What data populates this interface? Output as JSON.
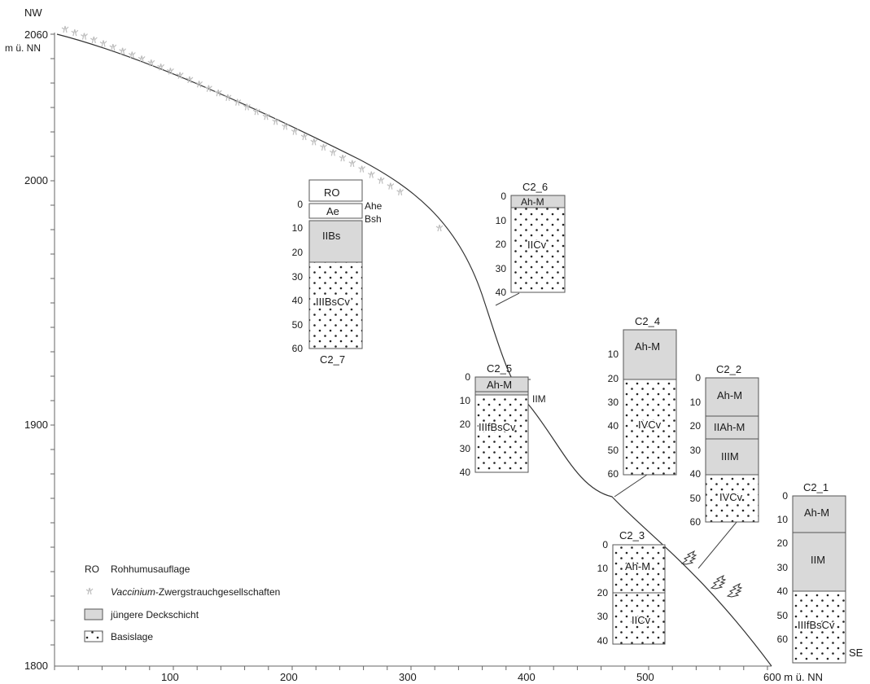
{
  "axes": {
    "top_left": "NW",
    "y_top": "2060",
    "y_unit": "m ü. NN",
    "y_labels": [
      "2060",
      "2000",
      "1900",
      "1800"
    ],
    "x_labels": [
      "100",
      "200",
      "300",
      "400",
      "500"
    ],
    "x_end": "600 m ü. NN",
    "bottom_right": "SE"
  },
  "colors": {
    "young_layer": "#d9d9d9",
    "base_layer": "#ffffff",
    "outline": "#555555",
    "vegetation": "#c8c8c8"
  },
  "profiles": [
    {
      "id": "C2_7",
      "ticks": [
        "0",
        "10",
        "20",
        "30",
        "40",
        "50",
        "60"
      ],
      "horizons": [
        {
          "label": "RO",
          "kind": "plain"
        },
        {
          "label": "Ae",
          "kind": "plain"
        },
        {
          "label": "IIBs",
          "kind": "young"
        },
        {
          "label": "IIIBsCv",
          "kind": "base"
        }
      ],
      "side_labels": [
        "Ahe",
        "Bsh"
      ]
    },
    {
      "id": "C2_6",
      "ticks": [
        "0",
        "10",
        "20",
        "30",
        "40"
      ],
      "horizons": [
        {
          "label": "Ah-M",
          "kind": "young"
        },
        {
          "label": "IICv",
          "kind": "base"
        }
      ]
    },
    {
      "id": "C2_5",
      "ticks": [
        "0",
        "10",
        "20",
        "30",
        "40"
      ],
      "horizons": [
        {
          "label": "Ah-M",
          "kind": "young"
        },
        {
          "label": "IIIfBsCv",
          "kind": "base"
        }
      ],
      "side_labels": [
        "IIM"
      ]
    },
    {
      "id": "C2_4",
      "ticks": [
        "10",
        "20",
        "30",
        "40",
        "50",
        "60"
      ],
      "horizons": [
        {
          "label": "Ah-M",
          "kind": "young"
        },
        {
          "label": "IVCv",
          "kind": "base"
        }
      ]
    },
    {
      "id": "C2_2",
      "ticks": [
        "0",
        "10",
        "20",
        "30",
        "40",
        "50",
        "60"
      ],
      "horizons": [
        {
          "label": "Ah-M",
          "kind": "young"
        },
        {
          "label": "IIAh-M",
          "kind": "young"
        },
        {
          "label": "IIIM",
          "kind": "young"
        },
        {
          "label": "IVCv",
          "kind": "base"
        }
      ]
    },
    {
      "id": "C2_3",
      "ticks": [
        "0",
        "10",
        "20",
        "30",
        "40"
      ],
      "horizons": [
        {
          "label": "Ah-M",
          "kind": "base"
        },
        {
          "label": "IICv",
          "kind": "base"
        }
      ]
    },
    {
      "id": "C2_1",
      "ticks": [
        "0",
        "10",
        "20",
        "30",
        "40",
        "50",
        "60"
      ],
      "horizons": [
        {
          "label": "Ah-M",
          "kind": "young"
        },
        {
          "label": "IIM",
          "kind": "young"
        },
        {
          "label": "IIIfBsCv",
          "kind": "base"
        }
      ]
    }
  ],
  "legend": {
    "ro_abbr": "RO",
    "ro_text": "Rohhumusauflage",
    "veg_italic": "Vaccinium",
    "veg_text": "-Zwergstrauchgesellschaften",
    "young_text": "jüngere Deckschicht",
    "base_text": "Basislage",
    "veg_icon": "vaccinium-shrub-icon",
    "tree_icon": "conifer-tree-icon"
  }
}
